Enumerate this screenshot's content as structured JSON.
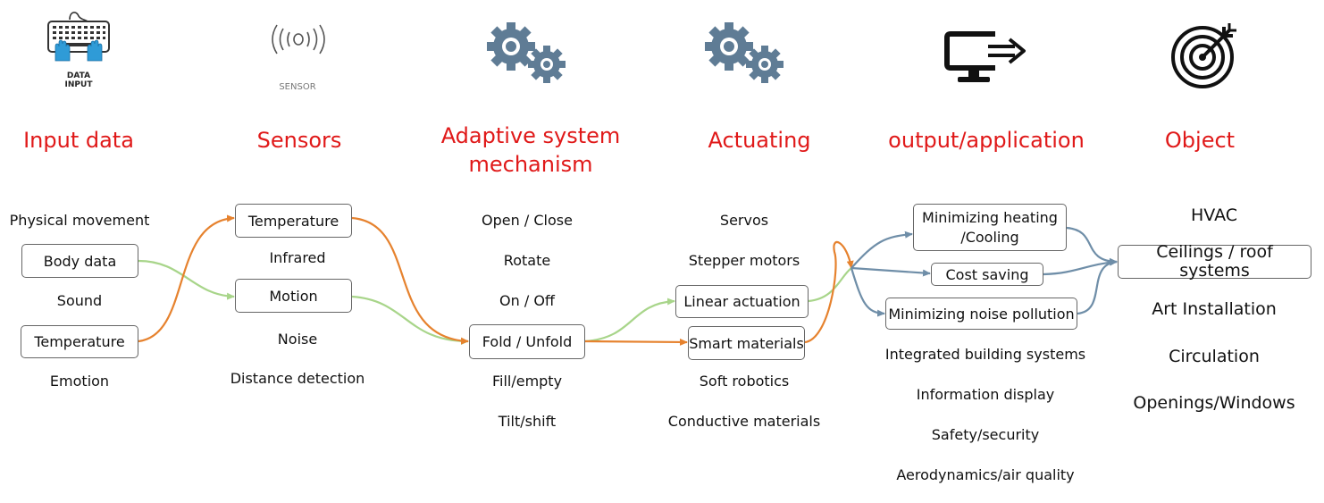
{
  "columns": {
    "input": {
      "title": "Input data",
      "icon": "keyboard-hands-icon",
      "icon_caption": [
        "DATA",
        "INPUT"
      ],
      "items": [
        "Physical movement",
        "Body data",
        "Sound",
        "Temperature",
        "Emotion"
      ]
    },
    "sensors": {
      "title": "Sensors",
      "icon": "sensor-waves-icon",
      "icon_caption": "SENSOR",
      "items": [
        "Temperature",
        "Infrared",
        "Motion",
        "Noise",
        "Distance detection"
      ]
    },
    "mechanism": {
      "title_line1": "Adaptive system",
      "title_line2": "mechanism",
      "icon": "gears-icon",
      "items": [
        "Open / Close",
        "Rotate",
        "On / Off",
        "Fold / Unfold",
        "Fill/empty",
        "Tilt/shift"
      ]
    },
    "actuating": {
      "title": "Actuating",
      "icon": "gears-icon",
      "items": [
        "Servos",
        "Stepper motors",
        "Linear actuation",
        "Smart materials",
        "Soft robotics",
        "Conductive materials"
      ]
    },
    "output": {
      "title": "output/application",
      "icon": "monitor-output-icon",
      "items": [
        "Minimizing heating",
        "/Cooling",
        "Cost saving",
        "Minimizing noise pollution",
        "Integrated building systems",
        "Information display",
        "Safety/security",
        "Aerodynamics/air quality"
      ]
    },
    "object": {
      "title": "Object",
      "icon": "target-icon",
      "items": [
        "HVAC",
        "Ceilings / roof systems",
        "Art Installation",
        "Circulation",
        "Openings/Windows"
      ]
    }
  },
  "colors": {
    "title_red": "#e01919",
    "flow_green": "#a8d58a",
    "flow_orange": "#e6822e",
    "flow_blue": "#6f8ea8",
    "box_border": "#666666",
    "icon_blue": "#2f9bd7",
    "gear_blue": "#5f7c95"
  }
}
